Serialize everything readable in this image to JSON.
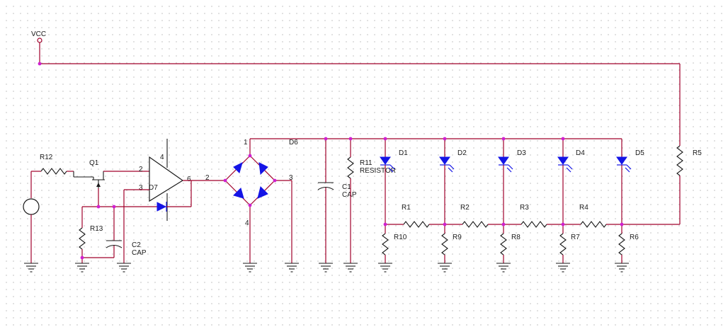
{
  "labels": {
    "vcc": "VCC",
    "r12": "R12",
    "q1": "Q1",
    "r13": "R13",
    "c2": "C2",
    "c2_type": "CAP",
    "d7": "D7",
    "opamp_pin_2": "2",
    "opamp_pin_3": "3",
    "opamp_pin_4": "4",
    "opamp_pin_6": "6",
    "bridge_pin_1": "1",
    "bridge_pin_2": "2",
    "bridge_pin_3": "3",
    "bridge_pin_4": "4",
    "d6": "D6",
    "c1": "C1",
    "c1_type": "CAP",
    "r11": "R11",
    "r11_type": "RESISTOR",
    "d1": "D1",
    "d2": "D2",
    "d3": "D3",
    "d4": "D4",
    "d5": "D5",
    "r1": "R1",
    "r2": "R2",
    "r3": "R3",
    "r4": "R4",
    "r5": "R5",
    "r6": "R6",
    "r7": "R7",
    "r8": "R8",
    "r9": "R9",
    "r10": "R10"
  },
  "colors": {
    "wire": "#a0002a",
    "diode": "#1414e6",
    "junction": "#d020d0",
    "component": "#1a1a1a"
  }
}
